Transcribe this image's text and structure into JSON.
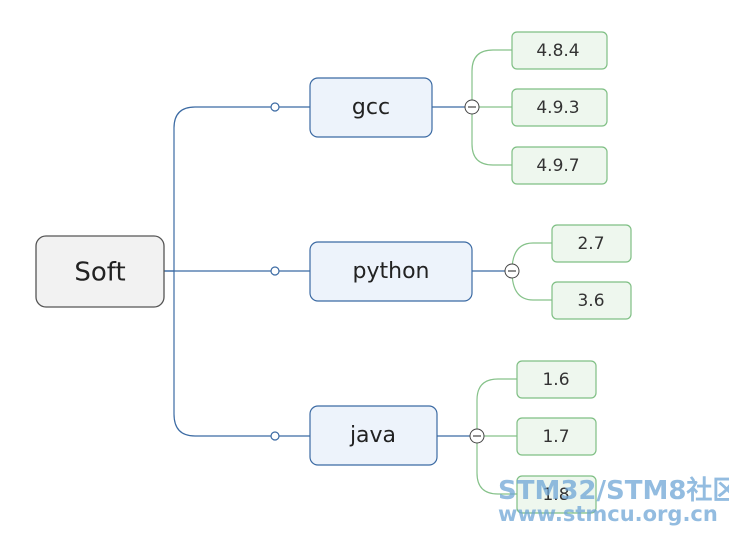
{
  "root": {
    "label": "Soft"
  },
  "branches": [
    {
      "label": "gcc",
      "children": [
        "4.8.4",
        "4.9.3",
        "4.9.7"
      ]
    },
    {
      "label": "python",
      "children": [
        "2.7",
        "3.6"
      ]
    },
    {
      "label": "java",
      "children": [
        "1.6",
        "1.7",
        "1.8"
      ]
    }
  ],
  "watermark": {
    "line1": "STM32/STM8社区",
    "line2": "www.stmcu.org.cn"
  },
  "colors": {
    "root_fill": "#f2f2f2",
    "root_stroke": "#555555",
    "branch_fill": "#edf3fb",
    "branch_stroke": "#3b6aa3",
    "branch_line": "#3b6aa3",
    "leaf_fill": "#eef7ee",
    "leaf_stroke": "#7fbf84",
    "leaf_line": "#86c28a"
  }
}
